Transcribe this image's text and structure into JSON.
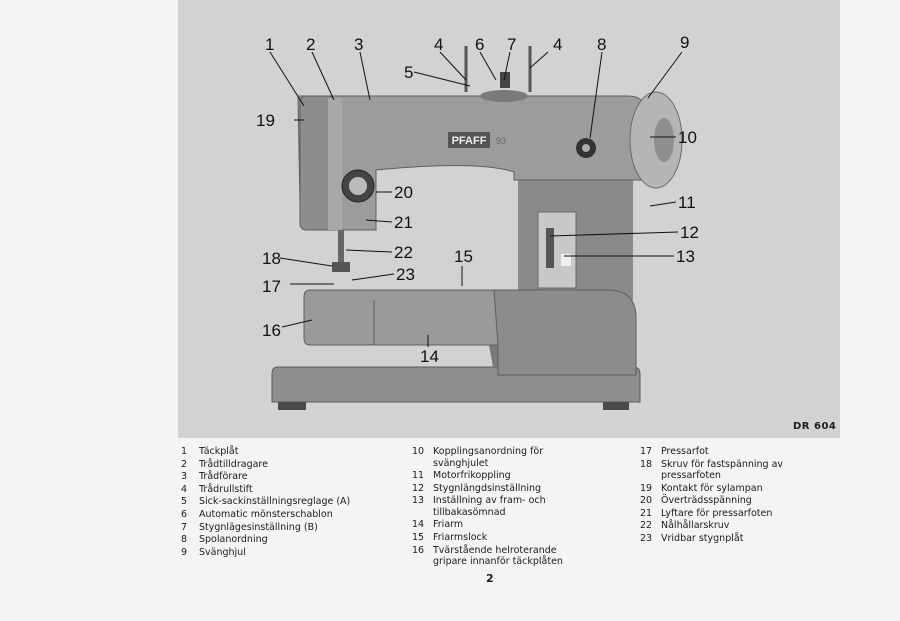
{
  "figure": {
    "code": "DR 604",
    "brand": "PFAFF",
    "model": "93",
    "callouts": [
      "1",
      "2",
      "3",
      "4",
      "4",
      "5",
      "6",
      "7",
      "8",
      "9",
      "10",
      "11",
      "12",
      "13",
      "14",
      "15",
      "16",
      "17",
      "18",
      "19",
      "20",
      "21",
      "22",
      "23"
    ]
  },
  "legend": {
    "col1": [
      {
        "num": "1",
        "text": "Täckplåt"
      },
      {
        "num": "2",
        "text": "Trådtilldragare"
      },
      {
        "num": "3",
        "text": "Trådförare"
      },
      {
        "num": "4",
        "text": "Trådrullstift"
      },
      {
        "num": "5",
        "text": "Sick-sackinställningsreglage (A)"
      },
      {
        "num": "6",
        "text": "Automatic mönsterschablon"
      },
      {
        "num": "7",
        "text": "Stygnlägesinställning (B)"
      },
      {
        "num": "8",
        "text": "Spolanordning"
      },
      {
        "num": "9",
        "text": "Svänghjul"
      }
    ],
    "col2": [
      {
        "num": "10",
        "text": "Kopplingsanordning för\nsvänghjulet"
      },
      {
        "num": "11",
        "text": "Motorfrikoppling"
      },
      {
        "num": "12",
        "text": "Stygnlängdsinställning"
      },
      {
        "num": "13",
        "text": "Inställning av fram- och\ntillbakasömnad"
      },
      {
        "num": "14",
        "text": "Friarm"
      },
      {
        "num": "15",
        "text": "Friarmslock"
      },
      {
        "num": "16",
        "text": "Tvärstående helroterande\ngripare innanför täckplåten"
      }
    ],
    "col3": [
      {
        "num": "17",
        "text": "Pressarfot"
      },
      {
        "num": "18",
        "text": "Skruv för fastspänning av\npressarfoten"
      },
      {
        "num": "19",
        "text": "Kontakt för sylampan"
      },
      {
        "num": "20",
        "text": "Överträdsspänning"
      },
      {
        "num": "21",
        "text": "Lyftare för pressarfoten"
      },
      {
        "num": "22",
        "text": "Nålhållarskruv"
      },
      {
        "num": "23",
        "text": "Vridbar stygnplåt"
      }
    ]
  },
  "page": {
    "number": "2"
  }
}
